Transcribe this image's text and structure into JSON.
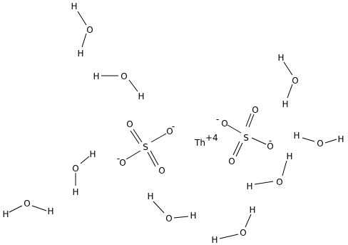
{
  "atoms": {
    "H": "H",
    "O": "O",
    "S": "S",
    "Th": "Th",
    "th_charge": "+4",
    "o_charge": "-"
  },
  "fragments": [
    {
      "name": "water-1",
      "kind": "water"
    },
    {
      "name": "water-2",
      "kind": "water"
    },
    {
      "name": "water-3",
      "kind": "water"
    },
    {
      "name": "water-4",
      "kind": "water"
    },
    {
      "name": "water-5",
      "kind": "water"
    },
    {
      "name": "water-6",
      "kind": "water"
    },
    {
      "name": "water-7",
      "kind": "water"
    },
    {
      "name": "water-8",
      "kind": "water"
    },
    {
      "name": "sulfate-1",
      "kind": "sulfate"
    },
    {
      "name": "sulfate-2",
      "kind": "sulfate"
    },
    {
      "name": "thorium-ion",
      "kind": "cation"
    }
  ]
}
